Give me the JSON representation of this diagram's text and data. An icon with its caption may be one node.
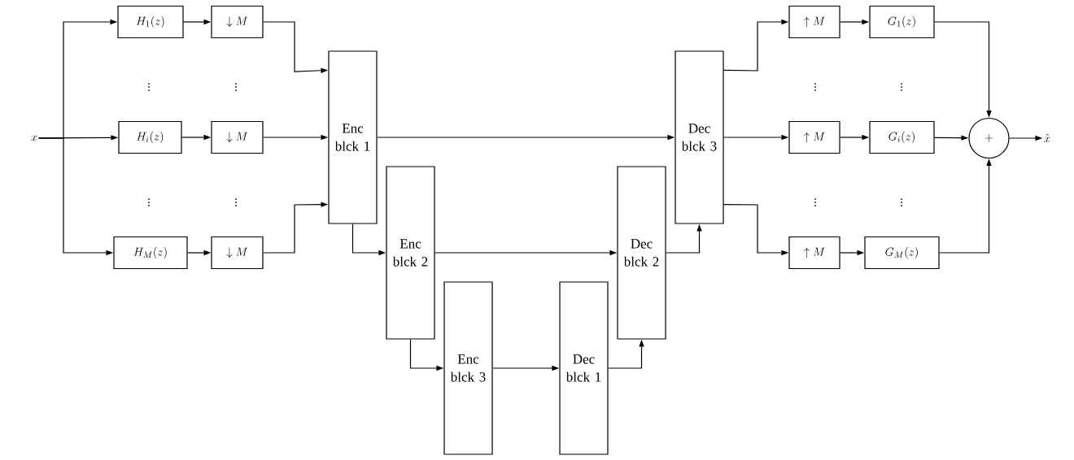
{
  "diagram": {
    "nodes": [
      {
        "text": [
          "x"
        ]
      },
      {
        "text": [
          "H_1(z)"
        ]
      },
      {
        "text": [
          "\\downarrow M"
        ]
      },
      {
        "text": [
          "H_i(z)"
        ]
      },
      {
        "text": [
          "\\downarrow M"
        ]
      },
      {
        "text": [
          "H_M(z)"
        ]
      },
      {
        "text": [
          "\\downarrow M"
        ]
      },
      {
        "text": [
          "Enc blck 1"
        ]
      },
      {
        "text": [
          "Enc blck 2"
        ]
      },
      {
        "text": [
          "Enc blck 3"
        ]
      },
      {
        "text": [
          "Dec blck 1"
        ]
      },
      {
        "text": [
          "Dec blck 2"
        ]
      },
      {
        "text": [
          "Dec blck 3"
        ]
      },
      {
        "text": [
          "\\uparrow M"
        ]
      },
      {
        "text": [
          "G_1(z)"
        ]
      },
      {
        "text": [
          "\\uparrow M"
        ]
      },
      {
        "text": [
          "G_i(z)"
        ]
      },
      {
        "text": [
          "\\uparrow M"
        ]
      },
      {
        "text": [
          "G_M(z)"
        ]
      },
      {
        "text": [
          "+"
        ]
      },
      {
        "text": [
          "\\tilde{x}"
        ]
      }
    ],
    "edges": [
      {
        "from": 0,
        "to": 1,
        "arrow": "to"
      },
      {
        "from": 0,
        "to": 3,
        "arrow": "to"
      },
      {
        "from": 0,
        "to": 5,
        "arrow": "to"
      },
      {
        "from": 1,
        "to": 2,
        "arrow": "to"
      },
      {
        "from": 3,
        "to": 4,
        "arrow": "to"
      },
      {
        "from": 5,
        "to": 6,
        "arrow": "to"
      },
      {
        "from": 2,
        "to": 7,
        "arrow": "to"
      },
      {
        "from": 4,
        "to": 7,
        "arrow": "to"
      },
      {
        "from": 6,
        "to": 7,
        "arrow": "to"
      },
      {
        "from": 7,
        "to": 8,
        "arrow": "to"
      },
      {
        "from": 7,
        "to": 12,
        "arrow": "to"
      },
      {
        "from": 8,
        "to": 9,
        "arrow": "to"
      },
      {
        "from": 8,
        "to": 11,
        "arrow": "to"
      },
      {
        "from": 9,
        "to": 10,
        "arrow": "to"
      },
      {
        "from": 10,
        "to": 11,
        "arrow": "to"
      },
      {
        "from": 11,
        "to": 12,
        "arrow": "to"
      },
      {
        "from": 12,
        "to": 13,
        "arrow": "to"
      },
      {
        "from": 12,
        "to": 15,
        "arrow": "to"
      },
      {
        "from": 12,
        "to": 17,
        "arrow": "to"
      },
      {
        "from": 13,
        "to": 14,
        "arrow": "to"
      },
      {
        "from": 15,
        "to": 16,
        "arrow": "to"
      },
      {
        "from": 17,
        "to": 18,
        "arrow": "to"
      },
      {
        "from": 14,
        "to": 19,
        "arrow": "to"
      },
      {
        "from": 16,
        "to": 19,
        "arrow": "to"
      },
      {
        "from": 18,
        "to": 19,
        "arrow": "to"
      },
      {
        "from": 19,
        "to": 20,
        "arrow": "to"
      }
    ],
    "labels": [
      "\\vdots",
      "\\vdots",
      "\\vdots",
      "\\vdots",
      "\\vdots",
      "\\vdots",
      "\\vdots",
      "\\vdots"
    ]
  }
}
